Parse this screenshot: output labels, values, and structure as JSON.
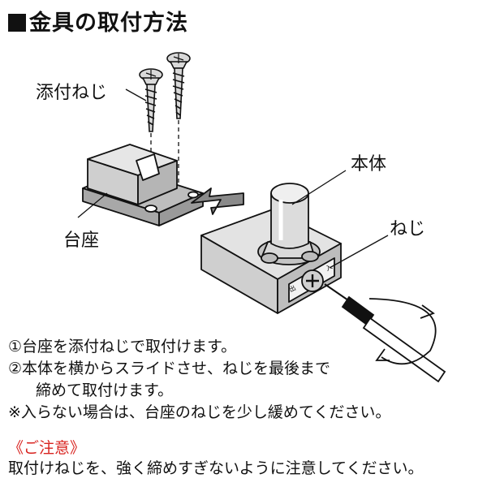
{
  "title": "金具の取付方法",
  "labels": {
    "screw": "添付ねじ",
    "base": "台座",
    "body": "本体",
    "neji": "ねじ"
  },
  "steps": [
    "①台座を添付ねじで取付けます。",
    "②本体を横からスライドさせ、ねじを最後まで",
    "締めて取付けます。",
    "※入らない場合は、台座のねじを少し緩めてください。"
  ],
  "caution": {
    "heading": "《ご注意》",
    "text": "取付けねじを、強く締めすぎないように注意してください。"
  },
  "colors": {
    "part_fill": "#d9d9d9",
    "part_dark": "#a8a8a8",
    "outline": "#111111",
    "caution": "#d8231f"
  }
}
